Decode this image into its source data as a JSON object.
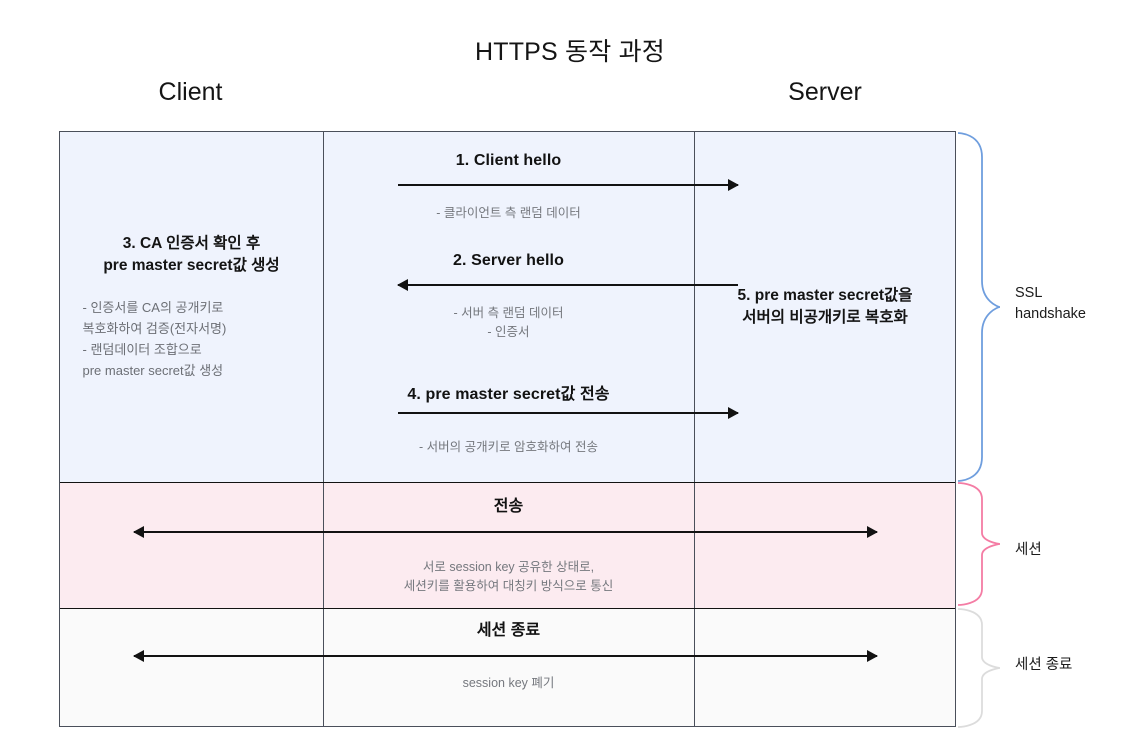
{
  "title": "HTTPS 동작 과정",
  "columns": {
    "client_header": "Client",
    "server_header": "Server"
  },
  "client": {
    "title": "3. CA 인증서 확인 후\npre master secret값 생성",
    "body": "-  인증서를 CA의 공개키로\n복호화하여 검증(전자서명)\n-  랜덤데이터 조합으로\npre master secret값 생성"
  },
  "server": {
    "title": "5. pre master secret값을\n서버의 비공개키로 복호화"
  },
  "messages": [
    {
      "label": "1. Client hello",
      "sub": "- 클라이언트 측 랜덤 데이터",
      "direction": "right"
    },
    {
      "label": "2. Server hello",
      "sub": "- 서버 측 랜덤 데이터\n- 인증서",
      "direction": "left"
    },
    {
      "label": "4. pre master secret값 전송",
      "sub": "- 서버의 공개키로 암호화하여 전송",
      "direction": "right"
    }
  ],
  "bands": {
    "session": {
      "head": "전송",
      "sub": "서로 session key 공유한 상태로,\n세션키를 활용하여 대칭키 방식으로 통신"
    },
    "close": {
      "head": "세션 종료",
      "sub": "session key 폐기"
    }
  },
  "braces": [
    {
      "label": "SSL\nhandshake",
      "color": "#6f9ede"
    },
    {
      "label": "세션",
      "color": "#f47ca4"
    },
    {
      "label": "세션 종료",
      "color": "#dcdcdc"
    }
  ],
  "colors": {
    "handshake_fill": "#eff3fd",
    "session_fill": "#fcebf0",
    "close_fill": "#fafafa",
    "border": "#4a4f5a",
    "line": "#121212",
    "muted_text": "#75787e"
  }
}
